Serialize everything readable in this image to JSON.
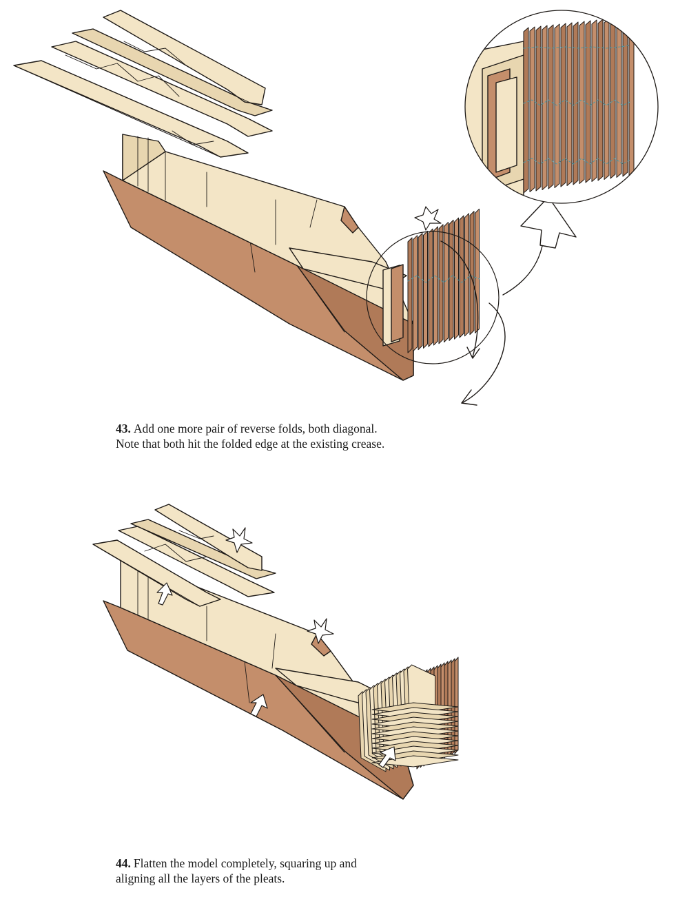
{
  "steps": [
    {
      "number": "43.",
      "line1": "Add one more pair of reverse folds, both diagonal.",
      "line2": "Note that both hit the folded edge at the existing crease."
    },
    {
      "number": "44.",
      "line1": "Flatten the model completely, squaring up and",
      "line2": "aligning all the layers of the pleats."
    }
  ],
  "colors": {
    "paper_light": "#f3e5c6",
    "paper_light_shade": "#e8d6b0",
    "paper_dark": "#c48e6b",
    "paper_dark_shade": "#b07a58",
    "line": "#1e1a17",
    "valley_line": "#4a9aa6"
  },
  "icons": [
    "push-arrow-icon",
    "reverse-fold-arrow-icon",
    "flatten-arrow-icon",
    "magnify-callout-icon"
  ]
}
